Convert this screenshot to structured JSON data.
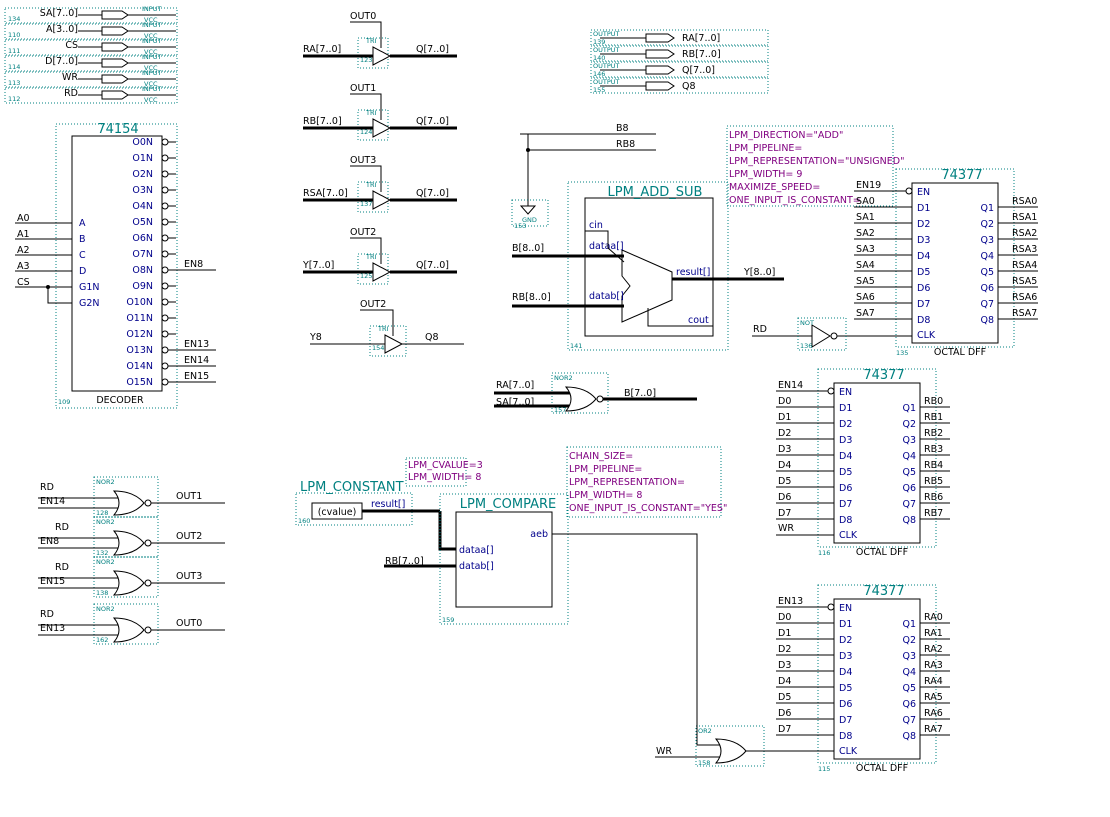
{
  "inputs": [
    {
      "name": "SA[7..0]",
      "num": "134",
      "tag": "INPUT",
      "vcc": "VCC"
    },
    {
      "name": "A[3..0]",
      "num": "110",
      "tag": "INPUT",
      "vcc": "VCC"
    },
    {
      "name": "CS",
      "num": "111",
      "tag": "INPUT",
      "vcc": "VCC"
    },
    {
      "name": "D[7..0]",
      "num": "114",
      "tag": "INPUT",
      "vcc": "VCC"
    },
    {
      "name": "WR",
      "num": "113",
      "tag": "INPUT",
      "vcc": "VCC"
    },
    {
      "name": "RD",
      "num": "112",
      "tag": "INPUT",
      "vcc": "VCC"
    }
  ],
  "outputs": [
    {
      "name": "RA[7..0]",
      "num": "139",
      "tag": "OUTPUT"
    },
    {
      "name": "RB[7..0]",
      "num": "140",
      "tag": "OUTPUT"
    },
    {
      "name": "Q[7..0]",
      "num": "146",
      "tag": "OUTPUT"
    },
    {
      "name": "Q8",
      "num": "155",
      "tag": "OUTPUT"
    }
  ],
  "decoder": {
    "title": "74154",
    "footer": "DECODER",
    "num": "109",
    "in_pins": [
      "A",
      "B",
      "C",
      "D",
      "G1N",
      "G2N"
    ],
    "in_nets": [
      "A0",
      "A1",
      "A2",
      "A3",
      "CS"
    ],
    "out_pins": [
      "O0N",
      "O1N",
      "O2N",
      "O3N",
      "O4N",
      "O5N",
      "O6N",
      "O7N",
      "O8N",
      "O9N",
      "O10N",
      "O11N",
      "O12N",
      "O13N",
      "O14N",
      "O15N"
    ],
    "out_nets": {
      "8": "EN8",
      "13": "EN13",
      "14": "EN14",
      "15": "EN15"
    }
  },
  "tri_buffers": [
    {
      "ctrl": "OUT0",
      "in": "RA[7..0]",
      "out": "Q[7..0]",
      "num": "123",
      "tag": "TRI"
    },
    {
      "ctrl": "OUT1",
      "in": "RB[7..0]",
      "out": "Q[7..0]",
      "num": "124",
      "tag": "TRI"
    },
    {
      "ctrl": "OUT3",
      "in": "RSA[7..0]",
      "out": "Q[7..0]",
      "num": "137",
      "tag": "TRI"
    },
    {
      "ctrl": "OUT2",
      "in": "Y[7..0]",
      "out": "Q[7..0]",
      "num": "125",
      "tag": "TRI"
    },
    {
      "ctrl": "OUT2",
      "in": "Y8",
      "out": "Q8",
      "num": "154",
      "tag": "TRI"
    }
  ],
  "nor_gates": [
    {
      "in1": "RD",
      "in2": "EN14",
      "out": "OUT1",
      "num": "128",
      "tag": "NOR2"
    },
    {
      "in1": "RD",
      "in2": "EN8",
      "out": "OUT2",
      "num": "132",
      "tag": "NOR2"
    },
    {
      "in1": "RD",
      "in2": "EN15",
      "out": "OUT3",
      "num": "138",
      "tag": "NOR2"
    },
    {
      "in1": "RD",
      "in2": "EN13",
      "out": "OUT0",
      "num": "162",
      "tag": "NOR2"
    }
  ],
  "adder": {
    "title": "LPM_ADD_SUB",
    "num": "141",
    "pins": {
      "cin": "cin",
      "dataa": "dataa[]",
      "datab": "datab[]",
      "result": "result[]",
      "cout": "cout"
    },
    "nets": {
      "a": "B[8..0]",
      "b": "RB[8..0]",
      "y": "Y[8..0]",
      "b8": "B8",
      "rb8": "RB8"
    },
    "gnd": "GND",
    "gnd_num": "153",
    "params": [
      "LPM_DIRECTION=\"ADD\"",
      "LPM_PIPELINE=",
      "LPM_REPRESENTATION=\"UNSIGNED\"",
      "LPM_WIDTH= 9",
      "MAXIMIZE_SPEED=",
      "ONE_INPUT_IS_CONSTANT="
    ]
  },
  "nor_bus": {
    "in1": "RA[7..0]",
    "in2": "SA[7..0]",
    "out": "B[7..0]",
    "num": "157",
    "tag": "NOR2"
  },
  "dff_main": {
    "title": "74377",
    "footer": "OCTAL DFF",
    "num": "135",
    "en": "EN19",
    "in_nets": [
      "SA0",
      "SA1",
      "SA2",
      "SA3",
      "SA4",
      "SA5",
      "SA6",
      "SA7"
    ],
    "out_nets": [
      "RSA0",
      "RSA1",
      "RSA2",
      "RSA3",
      "RSA4",
      "RSA5",
      "RSA6",
      "RSA7"
    ],
    "clk": "RD",
    "not_tag": "NOT",
    "not_num": "136"
  },
  "dff_b": {
    "title": "74377",
    "footer": "OCTAL DFF",
    "num": "116",
    "en": "EN14",
    "in_nets": [
      "D0",
      "D1",
      "D2",
      "D3",
      "D4",
      "D5",
      "D6",
      "D7"
    ],
    "out_nets": [
      "RB0",
      "RB1",
      "RB2",
      "RB3",
      "RB4",
      "RB5",
      "RB6",
      "RB7"
    ],
    "clk": "WR"
  },
  "dff_a": {
    "title": "74377",
    "footer": "OCTAL DFF",
    "num": "115",
    "en": "EN13",
    "in_nets": [
      "D0",
      "D1",
      "D2",
      "D3",
      "D4",
      "D5",
      "D6",
      "D7"
    ],
    "out_nets": [
      "RA0",
      "RA1",
      "RA2",
      "RA3",
      "RA4",
      "RA5",
      "RA6",
      "RA7"
    ],
    "clk": "WR",
    "or_tag": "OR2",
    "or_num": "158"
  },
  "dff_pins": {
    "en": "EN",
    "d": [
      "D1",
      "D2",
      "D3",
      "D4",
      "D5",
      "D6",
      "D7",
      "D8"
    ],
    "q": [
      "Q1",
      "Q2",
      "Q3",
      "Q4",
      "Q5",
      "Q6",
      "Q7",
      "Q8"
    ],
    "clk": "CLK"
  },
  "constant": {
    "title": "LPM_CONSTANT",
    "num": "160",
    "value": "(cvalue)",
    "pin": "result[]",
    "params": [
      "LPM_CVALUE=3",
      "LPM_WIDTH= 8"
    ]
  },
  "compare": {
    "title": "LPM_COMPARE",
    "num": "159",
    "pins": {
      "dataa": "dataa[]",
      "datab": "datab[]",
      "aeb": "aeb"
    },
    "datab_net": "RB[7..0]",
    "params": [
      "CHAIN_SIZE=",
      "LPM_PIPELINE=",
      "LPM_REPRESENTATION=",
      "LPM_WIDTH= 8",
      "ONE_INPUT_IS_CONSTANT=\"YES\""
    ]
  }
}
